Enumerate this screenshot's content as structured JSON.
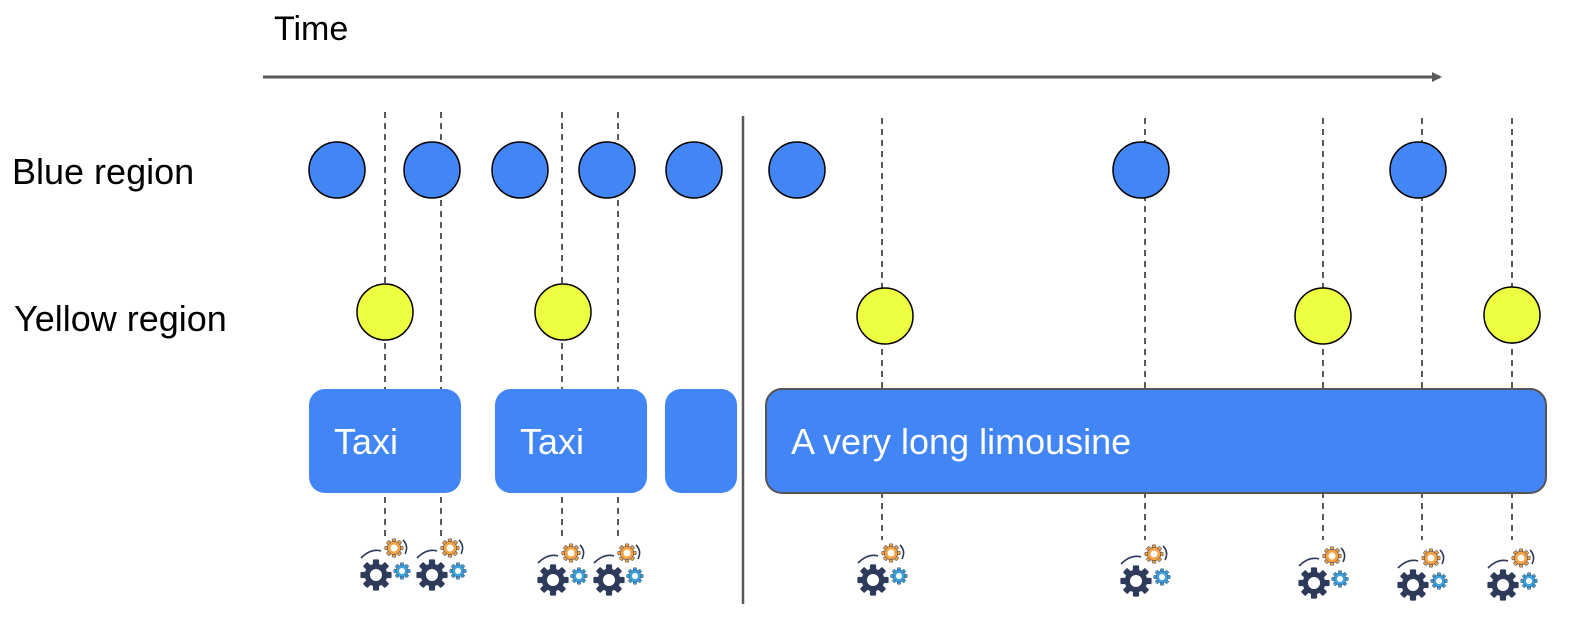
{
  "axis": {
    "label": "Time"
  },
  "rows": {
    "blue": {
      "label": "Blue region"
    },
    "yellow": {
      "label": "Yellow region"
    }
  },
  "bars": [
    {
      "label": "Taxi"
    },
    {
      "label": "Taxi"
    },
    {
      "label": ""
    },
    {
      "label": "A very long limousine"
    }
  ],
  "colors": {
    "blue_event": "#4285F4",
    "yellow_event": "#EEFF41",
    "bar_fill": "#4285F4",
    "axis": "#595959",
    "guide": "#595959",
    "divider": "#595959",
    "gear_dark": "#2E3A59",
    "gear_orange": "#F4A340",
    "gear_blue": "#3EA3DC"
  },
  "icons": {
    "processing": "gears-icon"
  }
}
